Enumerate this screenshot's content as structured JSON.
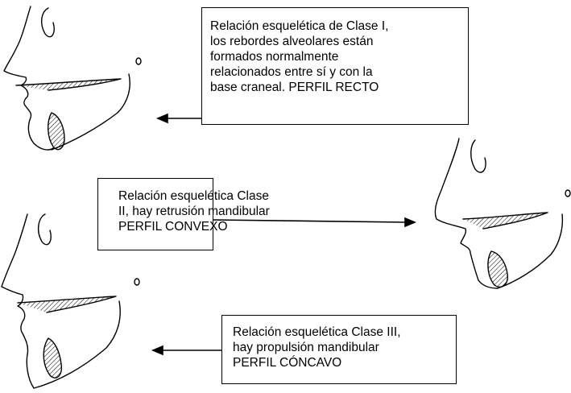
{
  "boxes": {
    "class1": {
      "lines": [
        "Relación esquelética de Clase I,",
        "los rebordes alveolares están",
        "formados normalmente",
        "relacionados entre sí y con la",
        "base craneal. PERFIL RECTO"
      ]
    },
    "class2": {
      "lines": [
        "Relación esquelética Clase",
        "II, hay retrusión mandibular",
        "PERFIL CONVEXO"
      ]
    },
    "class3": {
      "lines": [
        "Relación esquelética Clase III,",
        "hay propulsión mandibular",
        "PERFIL CÓNCAVO"
      ]
    }
  },
  "colors": {
    "ink": "#000000",
    "background": "#ffffff"
  }
}
